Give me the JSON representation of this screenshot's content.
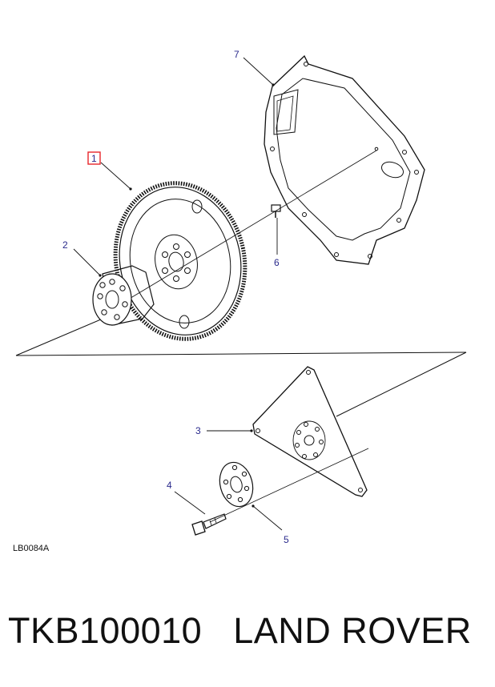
{
  "callouts": {
    "c1": "1",
    "c2": "2",
    "c3": "3",
    "c4": "4",
    "c5": "5",
    "c6": "6",
    "c7": "7"
  },
  "drawing_id": "LB0084A",
  "caption": {
    "part_number": "TKB100010",
    "brand": "LAND ROVER"
  },
  "highlight_color": "#e8262b",
  "callout_color": "#2a2a8c"
}
